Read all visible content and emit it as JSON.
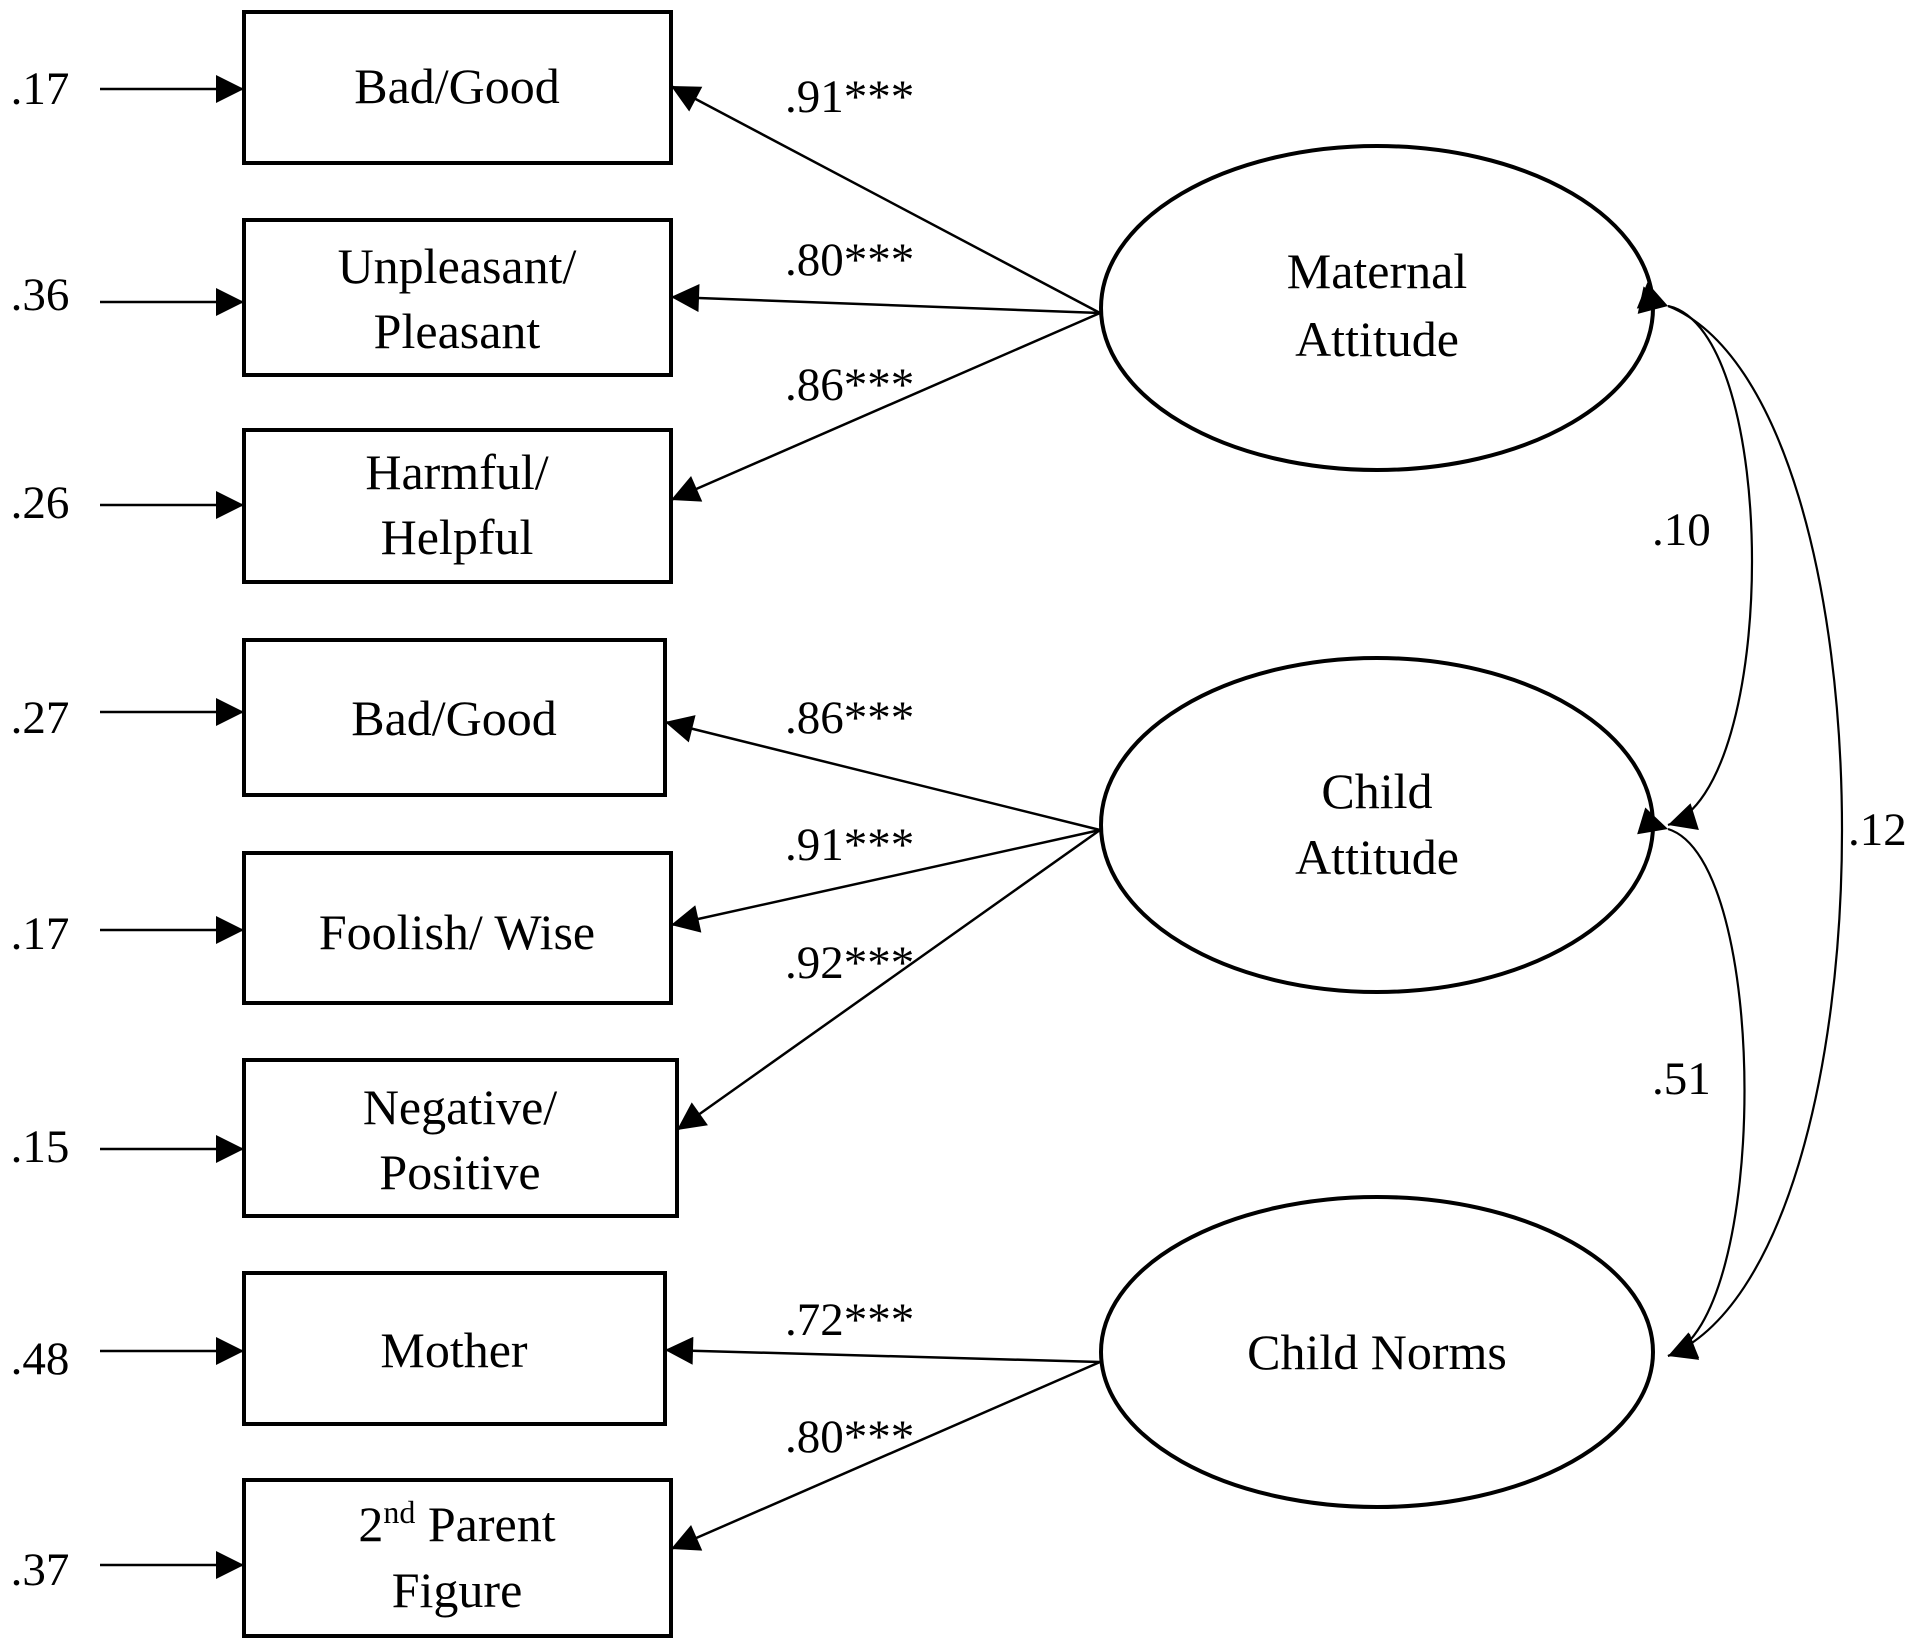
{
  "observed": [
    {
      "line1": "Bad/Good",
      "line2": "",
      "error": ".17"
    },
    {
      "line1": "Unpleasant/",
      "line2": "Pleasant",
      "error": ".36"
    },
    {
      "line1": "Harmful/",
      "line2": "Helpful",
      "error": ".26"
    },
    {
      "line1": "Bad/Good",
      "line2": "",
      "error": ".27"
    },
    {
      "line1": "Foolish/ Wise",
      "line2": "",
      "error": ".17"
    },
    {
      "line1": "Negative/",
      "line2": "Positive",
      "error": ".15"
    },
    {
      "line1": "Mother",
      "line2": "",
      "error": ".48"
    },
    {
      "line1_num": "2",
      "line1_sup": "nd",
      "line1_rest": " Parent",
      "line2": "Figure",
      "error": ".37"
    }
  ],
  "latents": [
    {
      "line1": "Maternal",
      "line2": "Attitude"
    },
    {
      "line1": "Child",
      "line2": "Attitude"
    },
    {
      "line1": "Child Norms",
      "line2": ""
    }
  ],
  "loadings": [
    ".91***",
    ".80***",
    ".86***",
    ".86***",
    ".91***",
    ".92***",
    ".72***",
    ".80***"
  ],
  "correlations": {
    "maternal_child": ".10",
    "child_norms": ".51",
    "maternal_norms": ".12"
  }
}
